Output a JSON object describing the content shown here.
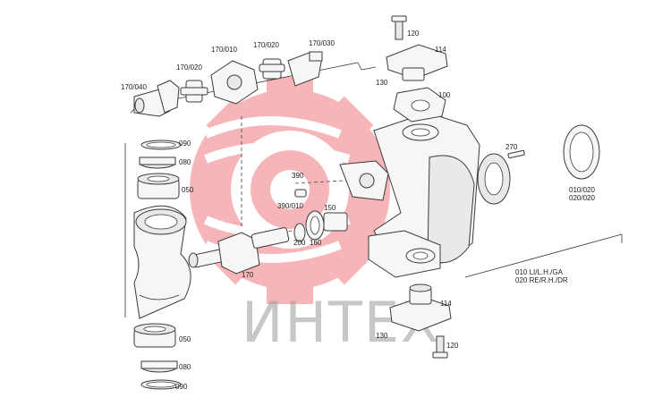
{
  "watermark": {
    "text": "ИНТЕХ",
    "color": "#e8333b"
  },
  "labels": {
    "p120_top": "120",
    "p114_top": "114",
    "p130_top": "130",
    "p100": "100",
    "p170_010": "170/010",
    "p170_020a": "170/020",
    "p170_020b": "170/020",
    "p170_030": "170/030",
    "p170_040": "170/040",
    "p090_top": "090",
    "p080_top": "080",
    "p050_top": "050",
    "p390": "390",
    "p390_010": "390/010",
    "p150": "150",
    "p200": "200",
    "p160": "160",
    "p170": "170",
    "p270": "270",
    "p010_020": "010/020",
    "p020_020": "020/020",
    "side_li": "010 LI/L.H./GA",
    "side_re": "020 RE/R.H./DR",
    "p114_bot": "114",
    "p130_bot": "130",
    "p120_bot": "120",
    "p050_bot": "050",
    "p080_bot": "080",
    "p090_bot": "090"
  }
}
